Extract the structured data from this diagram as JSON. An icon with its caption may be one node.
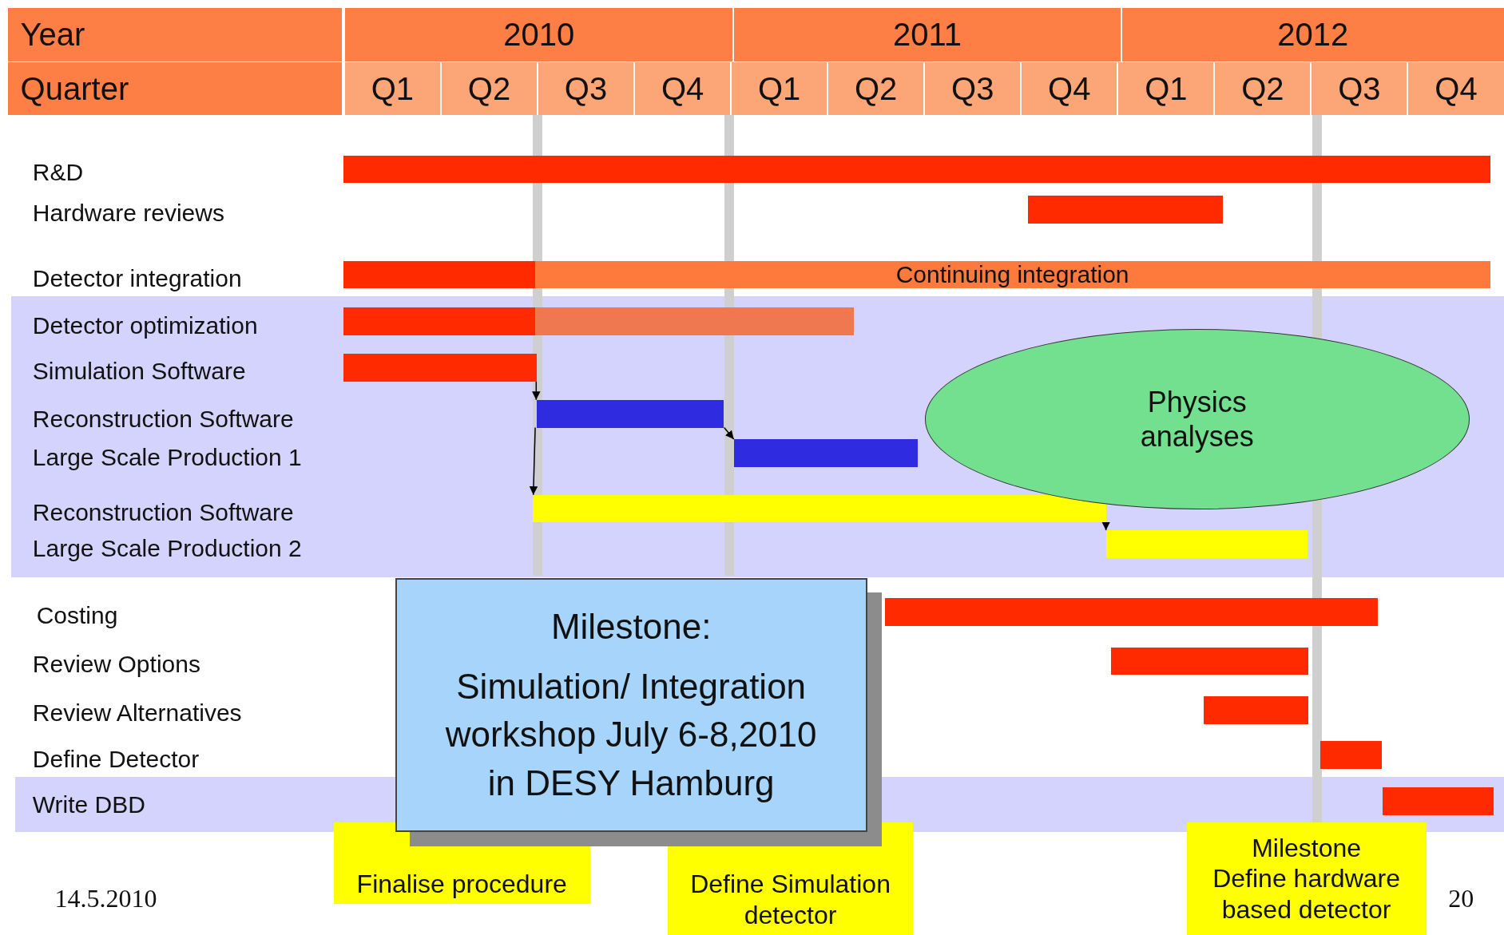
{
  "diagram": {
    "nodes": [
      {
        "text": [],
        "shape": "bar"
      },
      {
        "text": [],
        "shape": "bar"
      },
      {
        "text": [],
        "shape": "bar"
      },
      {
        "text": [
          "Continuing integration"
        ]
      },
      {
        "text": [],
        "shape": "bar"
      },
      {
        "text": [],
        "shape": "bar"
      },
      {
        "text": [],
        "shape": "bar"
      },
      {
        "text": [],
        "shape": "bar"
      },
      {
        "text": [],
        "shape": "bar"
      },
      {
        "text": [],
        "shape": "bar"
      },
      {
        "text": [],
        "shape": "bar"
      },
      {
        "text": [
          "Physics analyses"
        ]
      },
      {
        "text": [],
        "shape": "bar"
      },
      {
        "text": [],
        "shape": "bar"
      },
      {
        "text": [],
        "shape": "bar"
      },
      {
        "text": [],
        "shape": "bar"
      },
      {
        "text": [],
        "shape": "bar"
      },
      {
        "text": [
          "Milestone:",
          "Simulation/ Integration workshop July 6-8,2010 in DESY Hamburg"
        ]
      },
      {
        "text": [
          "Finalise procedure"
        ]
      },
      {
        "text": [
          "Define Simulation detector"
        ]
      },
      {
        "text": [
          "Milestone",
          "Define hardware based detector"
        ]
      }
    ],
    "edges": [
      {
        "from": 6,
        "to": 7,
        "arrow": "to"
      },
      {
        "from": 7,
        "to": 8,
        "arrow": "to"
      },
      {
        "from": 7,
        "to": 9,
        "arrow": "to"
      },
      {
        "from": 9,
        "to": 10,
        "arrow": "to"
      }
    ],
    "labels": [
      "Year",
      "2010",
      "2011",
      "2012",
      "Quarter",
      "Q1",
      "Q2",
      "Q3",
      "Q4",
      "Q1",
      "Q2",
      "Q3",
      "Q4",
      "Q1",
      "Q2",
      "Q3",
      "Q4",
      "R&D",
      "Hardware reviews",
      "Detector integration",
      "Detector optimization",
      "Simulation Software",
      "Reconstruction Software",
      "Large Scale Production 1",
      "Reconstruction Software",
      "Large Scale Production 2",
      "Costing",
      "Review Options",
      "Review Alternatives",
      "Define Detector",
      "Write DBD",
      "14.5.2010",
      "20"
    ]
  }
}
